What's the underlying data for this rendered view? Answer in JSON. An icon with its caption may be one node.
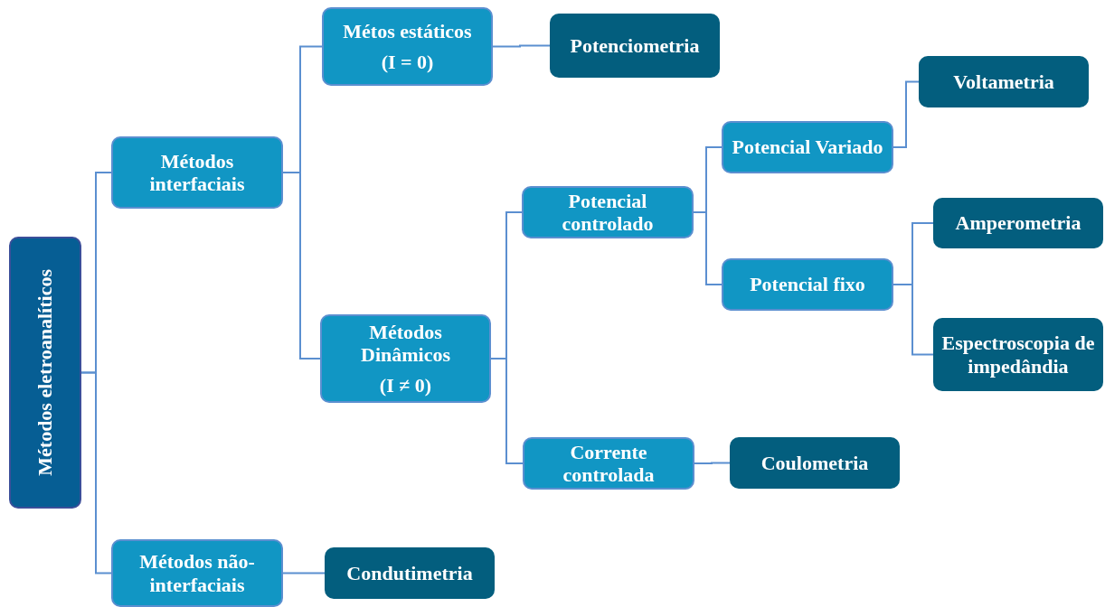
{
  "diagram": {
    "nodes": [
      {
        "text": [
          "Métodos eletroanalíticos"
        ]
      },
      {
        "text": [
          "Métodos interfaciais"
        ]
      },
      {
        "text": [
          "Métodos não-interfaciais"
        ]
      },
      {
        "text": [
          "Métos estáticos",
          "(I = 0)"
        ]
      },
      {
        "text": [
          "Métodos Dinâmicos",
          "(I ≠ 0)"
        ]
      },
      {
        "text": [
          "Potenciometria"
        ]
      },
      {
        "text": [
          "Condutimetria"
        ]
      },
      {
        "text": [
          "Potencial controlado"
        ]
      },
      {
        "text": [
          "Corrente controlada"
        ]
      },
      {
        "text": [
          "Coulometria"
        ]
      },
      {
        "text": [
          "Potencial Variado"
        ]
      },
      {
        "text": [
          "Potencial fixo"
        ]
      },
      {
        "text": [
          "Voltametria"
        ]
      },
      {
        "text": [
          "Amperometria"
        ]
      },
      {
        "text": [
          "Espectroscopia de impedândia"
        ]
      }
    ],
    "edges": [
      {
        "from": 0,
        "to": 1,
        "arrow": "none"
      },
      {
        "from": 0,
        "to": 2,
        "arrow": "none"
      },
      {
        "from": 1,
        "to": 3,
        "arrow": "none"
      },
      {
        "from": 1,
        "to": 4,
        "arrow": "none"
      },
      {
        "from": 3,
        "to": 5,
        "arrow": "none"
      },
      {
        "from": 2,
        "to": 6,
        "arrow": "none"
      },
      {
        "from": 4,
        "to": 7,
        "arrow": "none"
      },
      {
        "from": 4,
        "to": 8,
        "arrow": "none"
      },
      {
        "from": 7,
        "to": 10,
        "arrow": "none"
      },
      {
        "from": 7,
        "to": 11,
        "arrow": "none"
      },
      {
        "from": 8,
        "to": 9,
        "arrow": "none"
      },
      {
        "from": 10,
        "to": 12,
        "arrow": "none"
      },
      {
        "from": 11,
        "to": 13,
        "arrow": "none"
      },
      {
        "from": 11,
        "to": 14,
        "arrow": "none"
      }
    ]
  }
}
